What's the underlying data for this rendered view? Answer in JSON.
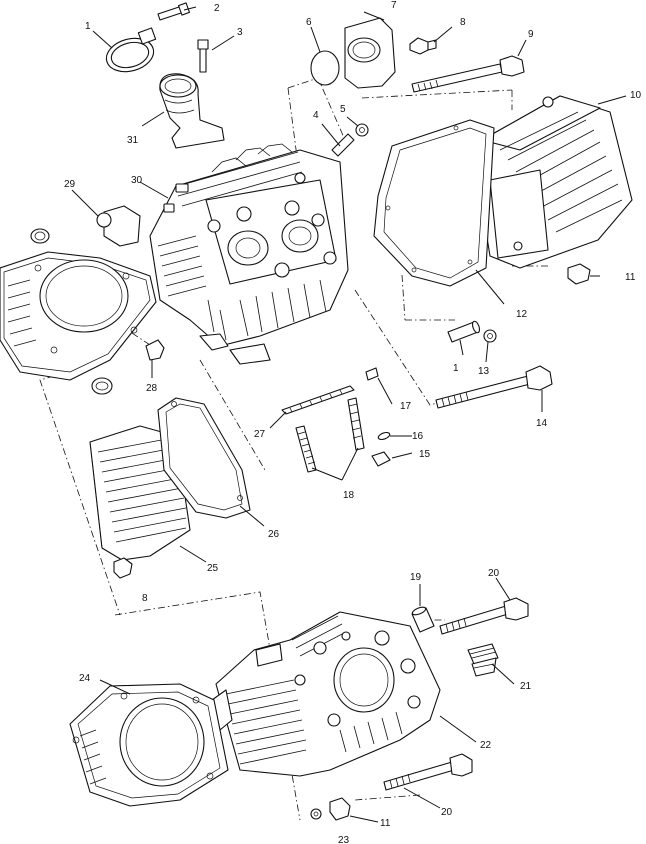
{
  "callouts": {
    "c1a": "1",
    "c1b": "1",
    "c2": "2",
    "c3": "3",
    "c4": "4",
    "c5": "5",
    "c6": "6",
    "c7": "7",
    "c8a": "8",
    "c8b": "8",
    "c9": "9",
    "c10": "10",
    "c11a": "11",
    "c11b": "11",
    "c12": "12",
    "c13": "13",
    "c14": "14",
    "c15": "15",
    "c16": "16",
    "c17": "17",
    "c18": "18",
    "c19": "19",
    "c20a": "20",
    "c20b": "20",
    "c21": "21",
    "c22": "22",
    "c23": "23",
    "c24": "24",
    "c25": "25",
    "c26": "26",
    "c27": "27",
    "c28": "28",
    "c29": "29",
    "c30": "30",
    "c31": "31"
  }
}
